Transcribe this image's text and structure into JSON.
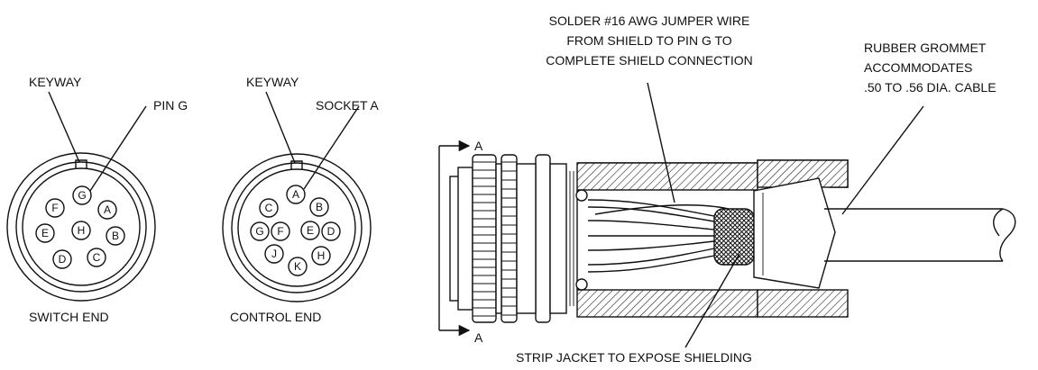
{
  "switch_end": {
    "keyway_label": "KEYWAY",
    "pin_label": "PIN G",
    "caption": "SWITCH END",
    "pins": [
      "G",
      "F",
      "A",
      "E",
      "H",
      "B",
      "D",
      "C"
    ]
  },
  "control_end": {
    "keyway_label": "KEYWAY",
    "socket_label": "SOCKET A",
    "caption": "CONTROL END",
    "pins": [
      "A",
      "C",
      "B",
      "G",
      "F",
      "E",
      "D",
      "J",
      "H",
      "K"
    ]
  },
  "assembly": {
    "section_marker_top": "A",
    "section_marker_bottom": "A",
    "callout_solder": [
      "SOLDER #16 AWG JUMPER WIRE",
      "FROM SHIELD TO PIN G TO",
      "COMPLETE SHIELD CONNECTION"
    ],
    "callout_grommet": [
      "RUBBER GROMMET",
      "ACCOMMODATES",
      ".50 TO .56 DIA. CABLE"
    ],
    "callout_strip": "STRIP JACKET TO EXPOSE SHIELDING"
  }
}
